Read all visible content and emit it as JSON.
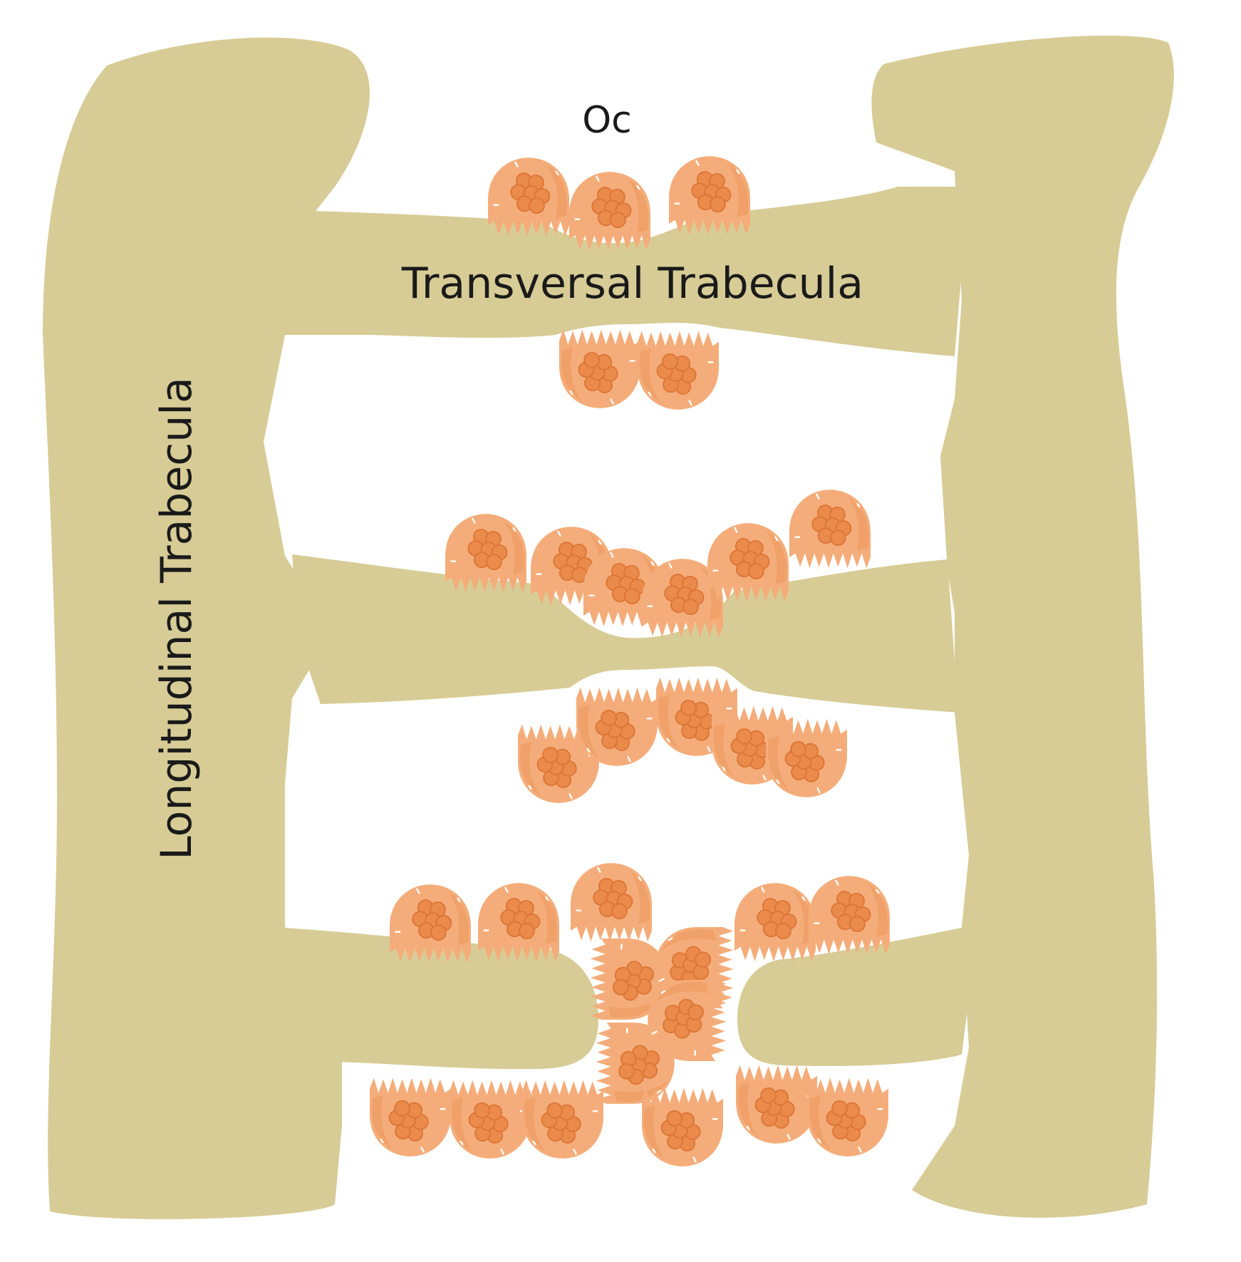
{
  "labels": {
    "osteoclast": "Oc",
    "transversal": "Transversal Trabecula",
    "longitudinal": "Longitudinal Trabecula"
  },
  "colors": {
    "bone": "#d7cc96",
    "cell_body": "#f4ad7a",
    "cell_shade": "#ec9255",
    "cell_nucleus": "#ea8a4b",
    "cell_nucleus_edge": "#dc7637",
    "background": "#ffffff"
  },
  "icons": {
    "cell": "osteoclast-icon"
  }
}
